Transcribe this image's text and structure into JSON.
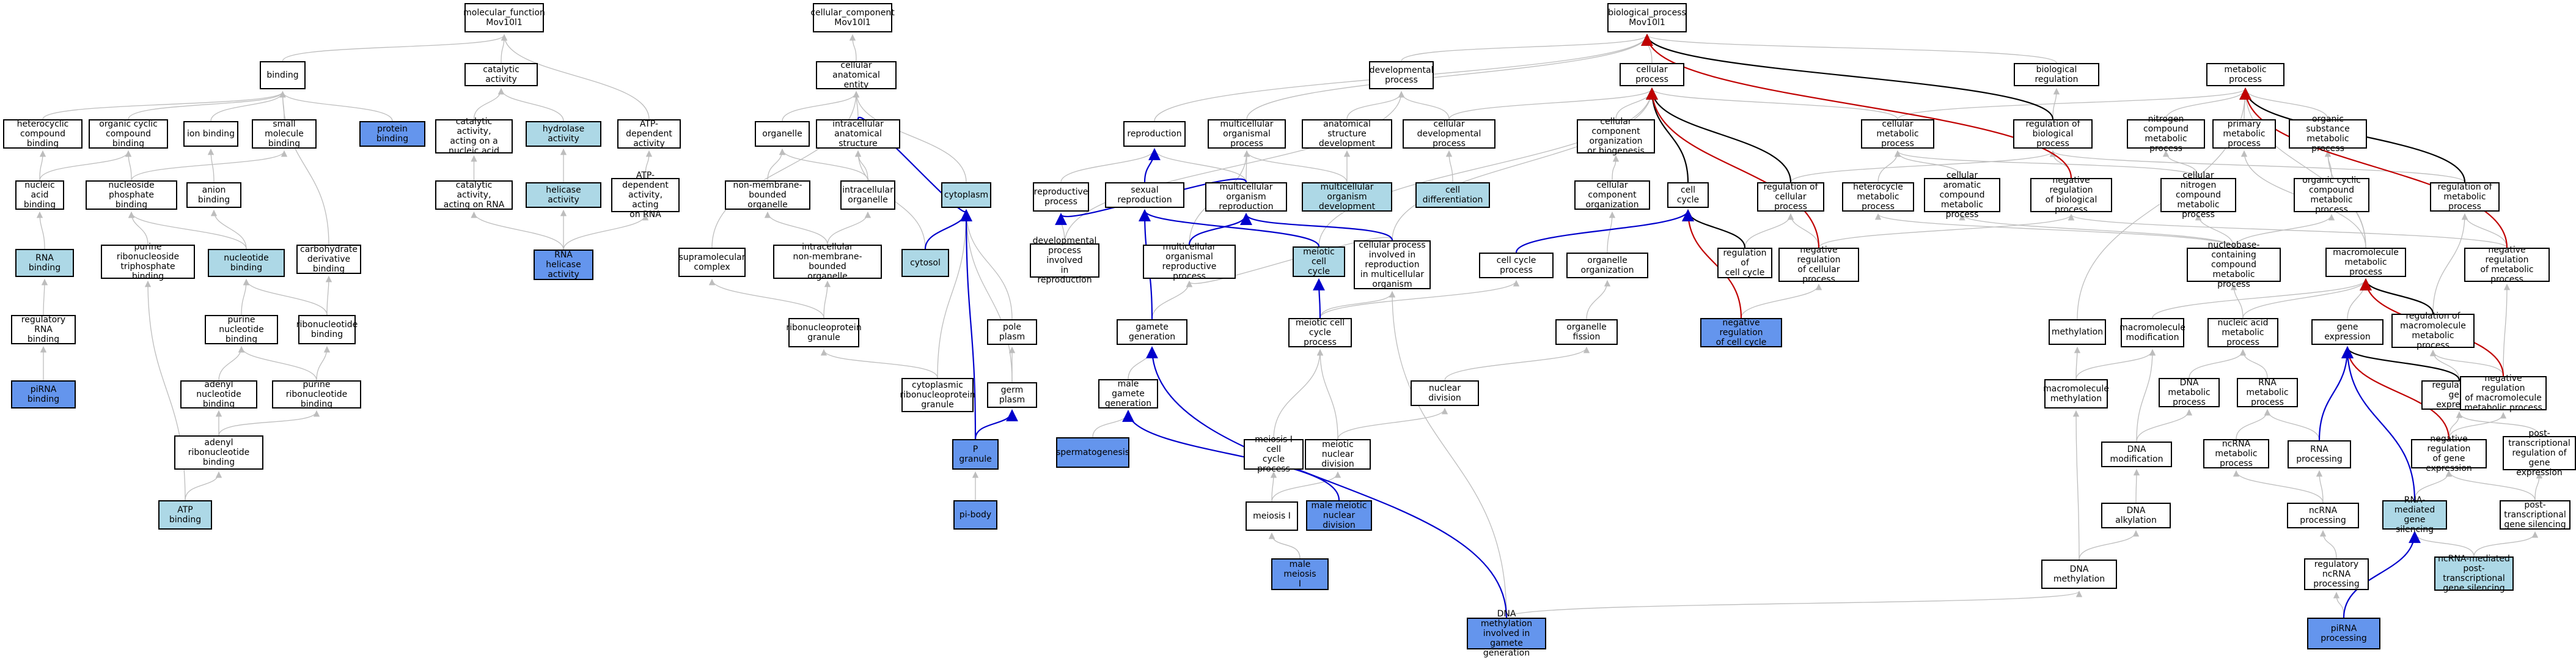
{
  "colors": {
    "light": "#add8e6",
    "dark": "#6495ed",
    "edge_gray": "#bdbdbd",
    "edge_black": "#000000",
    "edge_blue": "#0000cc",
    "edge_red": "#c00000"
  },
  "nodes": [
    {
      "id": "mf",
      "label": "molecular_function\nMov10l1",
      "fill": "white"
    },
    {
      "id": "cc",
      "label": "cellular_component\nMov10l1",
      "fill": "white"
    },
    {
      "id": "bp",
      "label": "biological_process\nMov10l1",
      "fill": "white"
    },
    {
      "id": "binding",
      "label": "binding",
      "fill": "white"
    },
    {
      "id": "catact",
      "label": "catalytic activity",
      "fill": "white"
    },
    {
      "id": "cae",
      "label": "cellular anatomical\nentity",
      "fill": "white"
    },
    {
      "id": "devproc",
      "label": "developmental\nprocess",
      "fill": "white"
    },
    {
      "id": "cellproc",
      "label": "cellular process",
      "fill": "white"
    },
    {
      "id": "bioreg",
      "label": "biological regulation",
      "fill": "white"
    },
    {
      "id": "metproc",
      "label": "metabolic process",
      "fill": "white"
    },
    {
      "id": "hetcyc",
      "label": "heterocyclic\ncompound binding",
      "fill": "white"
    },
    {
      "id": "orgcyc",
      "label": "organic cyclic\ncompound binding",
      "fill": "white"
    },
    {
      "id": "ionb",
      "label": "ion binding",
      "fill": "white"
    },
    {
      "id": "smallmol",
      "label": "small molecule\nbinding",
      "fill": "white"
    },
    {
      "id": "protb",
      "label": "protein binding",
      "fill": "dark"
    },
    {
      "id": "catnuc",
      "label": "catalytic activity,\nacting on a\nnucleic acid",
      "fill": "white"
    },
    {
      "id": "hydro",
      "label": "hydrolase activity",
      "fill": "light"
    },
    {
      "id": "atpdep",
      "label": "ATP-dependent\nactivity",
      "fill": "white"
    },
    {
      "id": "organelle",
      "label": "organelle",
      "fill": "white"
    },
    {
      "id": "intracell",
      "label": "intracellular\nanatomical structure",
      "fill": "white"
    },
    {
      "id": "repro",
      "label": "reproduction",
      "fill": "white"
    },
    {
      "id": "multiorg",
      "label": "multicellular\norganismal process",
      "fill": "white"
    },
    {
      "id": "anatdev",
      "label": "anatomical structure\ndevelopment",
      "fill": "white"
    },
    {
      "id": "celldevproc",
      "label": "cellular developmental\nprocess",
      "fill": "white"
    },
    {
      "id": "ccorg",
      "label": "cellular component\norganization\nor biogenesis",
      "fill": "white"
    },
    {
      "id": "cellmet",
      "label": "cellular metabolic\nprocess",
      "fill": "white"
    },
    {
      "id": "regbio",
      "label": "regulation of\nbiological process",
      "fill": "white"
    },
    {
      "id": "nitro",
      "label": "nitrogen compound\nmetabolic process",
      "fill": "white"
    },
    {
      "id": "primmet",
      "label": "primary metabolic\nprocess",
      "fill": "white"
    },
    {
      "id": "orgsub",
      "label": "organic substance\nmetabolic process",
      "fill": "white"
    },
    {
      "id": "nab",
      "label": "nucleic acid\nbinding",
      "fill": "white"
    },
    {
      "id": "ncpb",
      "label": "nucleoside phosphate\nbinding",
      "fill": "white"
    },
    {
      "id": "anionb",
      "label": "anion binding",
      "fill": "white"
    },
    {
      "id": "catrna",
      "label": "catalytic activity,\nacting on RNA",
      "fill": "white"
    },
    {
      "id": "helic",
      "label": "helicase activity",
      "fill": "light"
    },
    {
      "id": "atprna",
      "label": "ATP-dependent\nactivity, acting\non RNA",
      "fill": "white"
    },
    {
      "id": "nonmem",
      "label": "non-membrane-bounded\norganelle",
      "fill": "white"
    },
    {
      "id": "intraorg",
      "label": "intracellular\norganelle",
      "fill": "white"
    },
    {
      "id": "cytoplasm",
      "label": "cytoplasm",
      "fill": "light"
    },
    {
      "id": "reprocproc",
      "label": "reproductive\nprocess",
      "fill": "white"
    },
    {
      "id": "sexrep",
      "label": "sexual reproduction",
      "fill": "white"
    },
    {
      "id": "multirep",
      "label": "multicellular\norganism reproduction",
      "fill": "white"
    },
    {
      "id": "multiorgdev",
      "label": "multicellular\norganism development",
      "fill": "light"
    },
    {
      "id": "celldiff",
      "label": "cell differentiation",
      "fill": "light"
    },
    {
      "id": "ccorg2",
      "label": "cellular component\norganization",
      "fill": "white"
    },
    {
      "id": "cellcycle",
      "label": "cell cycle",
      "fill": "white"
    },
    {
      "id": "hetmet",
      "label": "heterocycle\nmetabolic process",
      "fill": "white"
    },
    {
      "id": "cellarom",
      "label": "cellular aromatic\ncompound metabolic\nprocess",
      "fill": "white"
    },
    {
      "id": "negregbio",
      "label": "negative regulation\nof biological\nprocess",
      "fill": "white"
    },
    {
      "id": "regcell",
      "label": "regulation of\ncellular process",
      "fill": "white"
    },
    {
      "id": "cellnitro",
      "label": "cellular nitrogen\ncompound metabolic\nprocess",
      "fill": "white"
    },
    {
      "id": "orgcycmet",
      "label": "organic cyclic\ncompound metabolic\nprocess",
      "fill": "white"
    },
    {
      "id": "regmet",
      "label": "regulation of\nmetabolic process",
      "fill": "white"
    },
    {
      "id": "rnab",
      "label": "RNA binding",
      "fill": "light"
    },
    {
      "id": "purnuctri",
      "label": "purine ribonucleoside\ntriphosphate\nbinding",
      "fill": "white"
    },
    {
      "id": "nucb",
      "label": "nucleotide binding",
      "fill": "light"
    },
    {
      "id": "carbo",
      "label": "carbohydrate\nderivative binding",
      "fill": "white"
    },
    {
      "id": "rnahel",
      "label": "RNA helicase\nactivity",
      "fill": "dark"
    },
    {
      "id": "supra",
      "label": "supramolecular\ncomplex",
      "fill": "white"
    },
    {
      "id": "intranonmem",
      "label": "intracellular\nnon-membrane-bounded\norganelle",
      "fill": "white"
    },
    {
      "id": "cytosol",
      "label": "cytosol",
      "fill": "light"
    },
    {
      "id": "devrepro",
      "label": "developmental\nprocess involved\nin reproduction",
      "fill": "white"
    },
    {
      "id": "multirepproc",
      "label": "multicellular\norganismal reproductive\nprocess",
      "fill": "white"
    },
    {
      "id": "meioticcc",
      "label": "meiotic cell\ncycle",
      "fill": "light"
    },
    {
      "id": "cellprocrep",
      "label": "cellular process\ninvolved in\nreproduction\nin multicellular\norganism",
      "fill": "white"
    },
    {
      "id": "cellcycproc",
      "label": "cell cycle process",
      "fill": "white"
    },
    {
      "id": "orgorg",
      "label": "organelle organization",
      "fill": "white"
    },
    {
      "id": "regcc",
      "label": "regulation of\ncell cycle",
      "fill": "white"
    },
    {
      "id": "negregcell",
      "label": "negative regulation\nof cellular\nprocess",
      "fill": "white"
    },
    {
      "id": "nucmet",
      "label": "nucleobase-containing\ncompound metabolic\nprocess",
      "fill": "white"
    },
    {
      "id": "macromet",
      "label": "macromolecule\nmetabolic process",
      "fill": "white"
    },
    {
      "id": "negregmet",
      "label": "negative regulation\nof metabolic\nprocess",
      "fill": "white"
    },
    {
      "id": "regrna",
      "label": "regulatory RNA\nbinding",
      "fill": "white"
    },
    {
      "id": "purnucb",
      "label": "purine nucleotide\nbinding",
      "fill": "white"
    },
    {
      "id": "ribonucb",
      "label": "ribonucleotide\nbinding",
      "fill": "white"
    },
    {
      "id": "ribonucprot",
      "label": "ribonucleoprotein\ngranule",
      "fill": "white"
    },
    {
      "id": "poleplasm",
      "label": "pole plasm",
      "fill": "white"
    },
    {
      "id": "gametegen",
      "label": "gamete generation",
      "fill": "white"
    },
    {
      "id": "meioticccproc",
      "label": "meiotic cell\ncycle process",
      "fill": "white"
    },
    {
      "id": "orgfission",
      "label": "organelle fission",
      "fill": "white"
    },
    {
      "id": "negregcc",
      "label": "negative regulation\nof cell cycle",
      "fill": "dark"
    },
    {
      "id": "methyl",
      "label": "methylation",
      "fill": "white"
    },
    {
      "id": "macromod",
      "label": "macromolecule\nmodification",
      "fill": "white"
    },
    {
      "id": "nucacidmet",
      "label": "nucleic acid\nmetabolic process",
      "fill": "white"
    },
    {
      "id": "geneexp",
      "label": "gene expression",
      "fill": "white"
    },
    {
      "id": "regmacromet",
      "label": "regulation of\nmacromolecule\nmetabolic process",
      "fill": "white"
    },
    {
      "id": "pirnab",
      "label": "piRNA binding",
      "fill": "dark"
    },
    {
      "id": "adenylnucb",
      "label": "adenyl nucleotide\nbinding",
      "fill": "white"
    },
    {
      "id": "purribonucb",
      "label": "purine ribonucleotide\nbinding",
      "fill": "white"
    },
    {
      "id": "cytorib",
      "label": "cytoplasmic\nribonucleoprotein\ngranule",
      "fill": "white"
    },
    {
      "id": "germplasm",
      "label": "germ plasm",
      "fill": "white"
    },
    {
      "id": "malegam",
      "label": "male gamete\ngeneration",
      "fill": "white"
    },
    {
      "id": "nucdiv",
      "label": "nuclear division",
      "fill": "white"
    },
    {
      "id": "macromethyl",
      "label": "macromolecule\nmethylation",
      "fill": "white"
    },
    {
      "id": "dnamet",
      "label": "DNA metabolic\nprocess",
      "fill": "white"
    },
    {
      "id": "rnamet",
      "label": "RNA metabolic\nprocess",
      "fill": "white"
    },
    {
      "id": "reggeneexp",
      "label": "regulation of\ngene expression",
      "fill": "white"
    },
    {
      "id": "negregmacro",
      "label": "negative regulation\nof macromolecule\nmetabolic process",
      "fill": "white"
    },
    {
      "id": "adenylribonucb",
      "label": "adenyl ribonucleotide\nbinding",
      "fill": "white"
    },
    {
      "id": "pgranule",
      "label": "P granule",
      "fill": "dark"
    },
    {
      "id": "spermato",
      "label": "spermatogenesis",
      "fill": "dark"
    },
    {
      "id": "meiosisicc",
      "label": "meiosis I cell\ncycle process",
      "fill": "white"
    },
    {
      "id": "meioticnucdiv",
      "label": "meiotic nuclear\ndivision",
      "fill": "white"
    },
    {
      "id": "dnamod",
      "label": "DNA modification",
      "fill": "white"
    },
    {
      "id": "ncrnamet",
      "label": "ncRNA metabolic\nprocess",
      "fill": "white"
    },
    {
      "id": "rnaproc",
      "label": "RNA processing",
      "fill": "white"
    },
    {
      "id": "negreggene",
      "label": "negative regulation\nof gene expression",
      "fill": "white"
    },
    {
      "id": "posttrans",
      "label": "post-transcriptional\nregulation of\ngene expression",
      "fill": "white"
    },
    {
      "id": "atpb",
      "label": "ATP binding",
      "fill": "light"
    },
    {
      "id": "pibody",
      "label": "pi-body",
      "fill": "dark"
    },
    {
      "id": "meiosisi",
      "label": "meiosis I",
      "fill": "white"
    },
    {
      "id": "malemeioticnuc",
      "label": "male meiotic\nnuclear division",
      "fill": "dark"
    },
    {
      "id": "dnaalk",
      "label": "DNA alkylation",
      "fill": "white"
    },
    {
      "id": "ncrnaproc",
      "label": "ncRNA processing",
      "fill": "white"
    },
    {
      "id": "rnamedgene",
      "label": "RNA-mediated\ngene silencing",
      "fill": "light"
    },
    {
      "id": "posttransgs",
      "label": "post-transcriptional\ngene silencing",
      "fill": "white"
    },
    {
      "id": "malemeiosisi",
      "label": "male meiosis\nI",
      "fill": "dark"
    },
    {
      "id": "dnameth",
      "label": "DNA methylation",
      "fill": "white"
    },
    {
      "id": "regncrna",
      "label": "regulatory ncRNA\nprocessing",
      "fill": "white"
    },
    {
      "id": "ncrnamed",
      "label": "ncRNA-mediated\npost-transcriptional\ngene silencing",
      "fill": "light"
    },
    {
      "id": "dnamethgam",
      "label": "DNA methylation\ninvolved in\ngamete generation",
      "fill": "dark"
    },
    {
      "id": "pirnaproc",
      "label": "piRNA processing",
      "fill": "dark"
    }
  ]
}
